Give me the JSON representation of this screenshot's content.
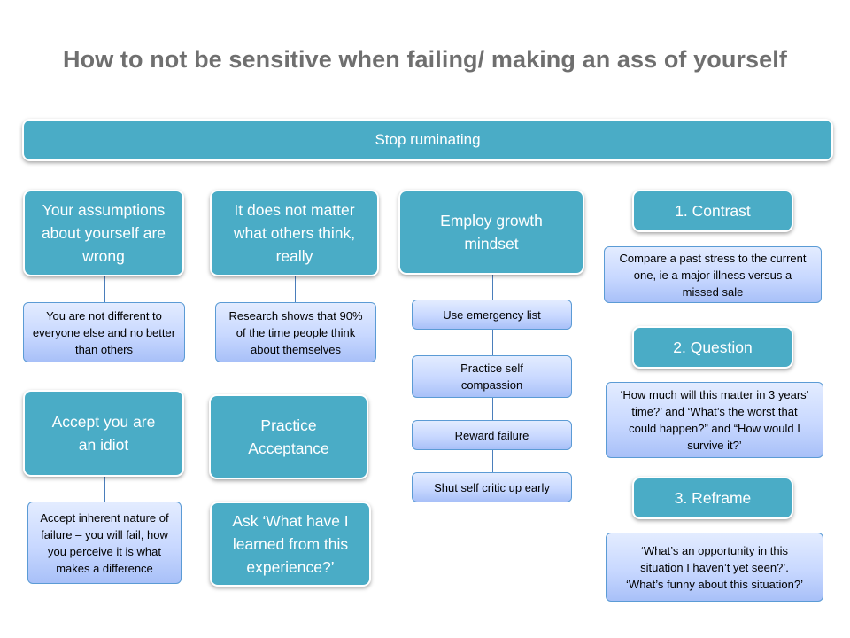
{
  "title": "How to not be sensitive when failing/ making an ass of yourself",
  "top_bar": "Stop ruminating",
  "columns": [
    {
      "header": "Your assumptions about yourself are wrong",
      "detail": "You are not different to everyone else and no better than others",
      "header2": "Accept you are an idiot",
      "detail2": "Accept inherent nature of failure – you will fail, how you perceive it is what makes a difference"
    },
    {
      "header": "It does not matter what others think, really",
      "detail": "Research shows that 90% of the time people think about themselves",
      "header2": "Practice Acceptance",
      "detail2": "Ask ‘What have I learned from this experience?’"
    },
    {
      "header": "Employ growth mindset",
      "items": [
        "Use emergency list",
        "Practice self compassion",
        "Reward failure",
        "Shut self critic up early"
      ]
    },
    {
      "steps": [
        {
          "header": "1. Contrast",
          "detail": "Compare  a past stress to the current one, ie a major illness versus a missed sale"
        },
        {
          "header": "2. Question",
          "detail": "‘How much will this matter in 3 years’ time?’ and ‘What’s the worst that could happen?” and “How would I survive it?’"
        },
        {
          "header": "3. Reframe",
          "detail": "‘What’s an opportunity  in this situation I haven’t yet seen?’. ‘What’s funny about this situation?’"
        }
      ]
    }
  ],
  "colors": {
    "teal": "#4aacc6",
    "light_fill": "#c8d8ff",
    "light_border": "#5b9bd5",
    "title": "#6f6f6f",
    "connector": "#4a7ebb"
  }
}
